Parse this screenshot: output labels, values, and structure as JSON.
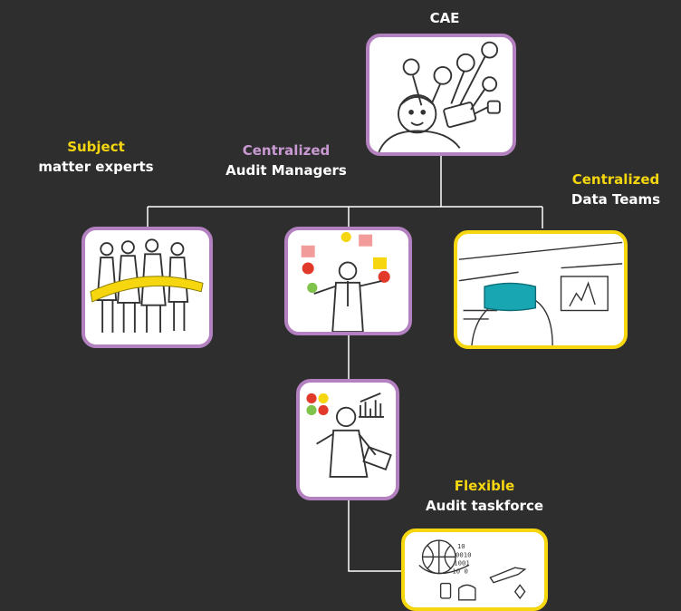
{
  "colors": {
    "background": "#2e2e2e",
    "accent_yellow": "#f5d60f",
    "accent_purple": "#c99ad2",
    "border_purple": "#b380c0",
    "connector": "#ffffff"
  },
  "nodes": {
    "cae": {
      "title": "CAE",
      "border": "purple",
      "image": "person-with-tablet-and-icons"
    },
    "subject_matter_experts": {
      "accent": "Subject",
      "text": "matter experts",
      "accent_color": "yellow",
      "border": "purple",
      "image": "business-team-with-ribbon"
    },
    "audit_managers": {
      "accent": "Centralized",
      "text": "Audit Managers",
      "accent_color": "purple",
      "border": "purple",
      "image": "juggling-manager"
    },
    "data_teams": {
      "accent": "Centralized",
      "text": "Data Teams",
      "accent_color": "yellow",
      "border": "yellow",
      "image": "vr-headset-user"
    },
    "analyst": {
      "border": "purple",
      "image": "analyst-with-laptop-and-charts"
    },
    "audit_taskforce": {
      "accent": "Flexible",
      "text": "Audit taskforce",
      "accent_color": "yellow",
      "border": "yellow",
      "image": "globe-data-travel"
    }
  }
}
